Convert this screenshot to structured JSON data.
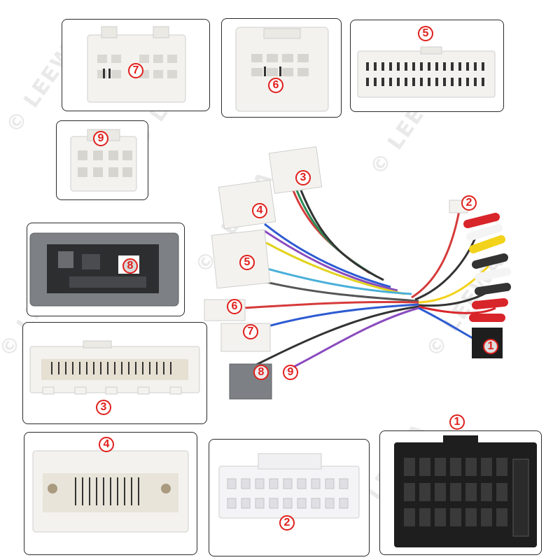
{
  "watermark": "© LEEWA",
  "colors": {
    "badge": "#e0201d",
    "connector_white": "#f3f2ee",
    "connector_gray": "#7d8084",
    "connector_black": "#1e1e1e",
    "rca_red": "#d8252a",
    "rca_yellow": "#f2d21a",
    "rca_white": "#f4f4f4"
  },
  "panels": [
    {
      "id": "7",
      "label": "7"
    },
    {
      "id": "6",
      "label": "6"
    },
    {
      "id": "5",
      "label": "5"
    },
    {
      "id": "9",
      "label": "9"
    },
    {
      "id": "8",
      "label": "8"
    },
    {
      "id": "3",
      "label": "3"
    },
    {
      "id": "4",
      "label": "4"
    },
    {
      "id": "2",
      "label": "2"
    },
    {
      "id": "1",
      "label": "1"
    }
  ],
  "harness_labels": [
    "3",
    "2",
    "4",
    "5",
    "6",
    "7",
    "8",
    "9",
    "1"
  ]
}
